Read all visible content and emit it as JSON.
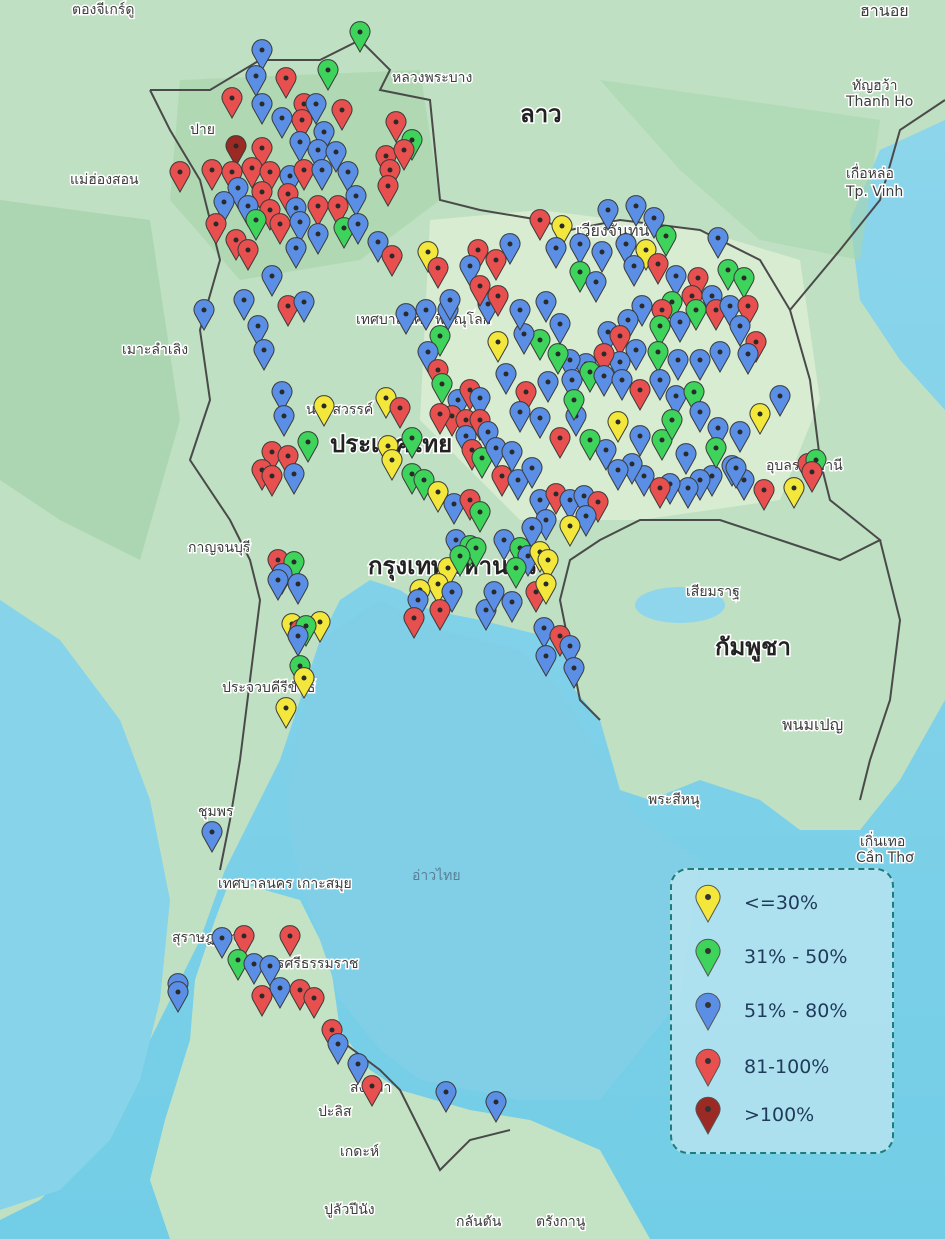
{
  "map_labels": {
    "laos": "ลาว",
    "cambodia": "กัมพูชา",
    "bangkok": "กรุงเทพมหานคร",
    "thailand": "ประเทศไทย",
    "gulf": "อ่าวไทย",
    "luang_prabang": "หลวงพระบาง",
    "hanoi": "ฮานอย",
    "thanh_hoa": "ทัญฮว้า",
    "thanh_hoa_en": "Thanh Ho",
    "vinh": "เกื่อหล่อ",
    "vinh_en": "Tp. Vinh",
    "vientiane": "เวียงจันทน์",
    "siem_reap": "เสียมราฐ",
    "phnom_penh": "พนมเปญ",
    "can_tho": "เกิ่นเทอ",
    "can_tho_en": "Cần Thơ",
    "sihanoukville": "พระสีหนุ",
    "mae_hong_son": "แม่ฮ่องสอน",
    "pai": "ปาย",
    "mae_sot": "เมาะลำเลิง",
    "kanchanaburi": "กาญจนบุรี",
    "prachuap": "ประจวบคีรีขันธ์",
    "chumphon": "ชุมพร",
    "koh_samui": "เทศบาลนคร เกาะสมุย",
    "surat": "สุราษฎร์ธานี",
    "nakhon_si": "นครศรีธรรมราช",
    "songkhla": "สงขลา",
    "kedah": "เกดะห์",
    "perlis": "ปะลิส",
    "penang": "ปูลัวปีนัง",
    "kelantan": "กลันตัน",
    "terengganu": "ตรังกานู",
    "phitsanulok": "เทศบาลนคร พิษณุโลก",
    "ubon": "อุบลราชธานี",
    "nakhon_sawan": "นครสวรรค์",
    "myanmar_town": "ตองจีเกร์ดู"
  },
  "legend": {
    "items": [
      {
        "label": "<=30%",
        "color": "#f2e73a"
      },
      {
        "label": "31% - 50%",
        "color": "#3ed35a"
      },
      {
        "label": "51% - 80%",
        "color": "#5b8fe6"
      },
      {
        "label": "81-100%",
        "color": "#e8504f"
      },
      {
        "label": ">100%",
        "color": "#9b2a24"
      }
    ]
  },
  "markers": {
    "legend_levels": [
      "<=30%",
      "31% - 50%",
      "51% - 80%",
      "81-100%",
      ">100%"
    ]
  }
}
